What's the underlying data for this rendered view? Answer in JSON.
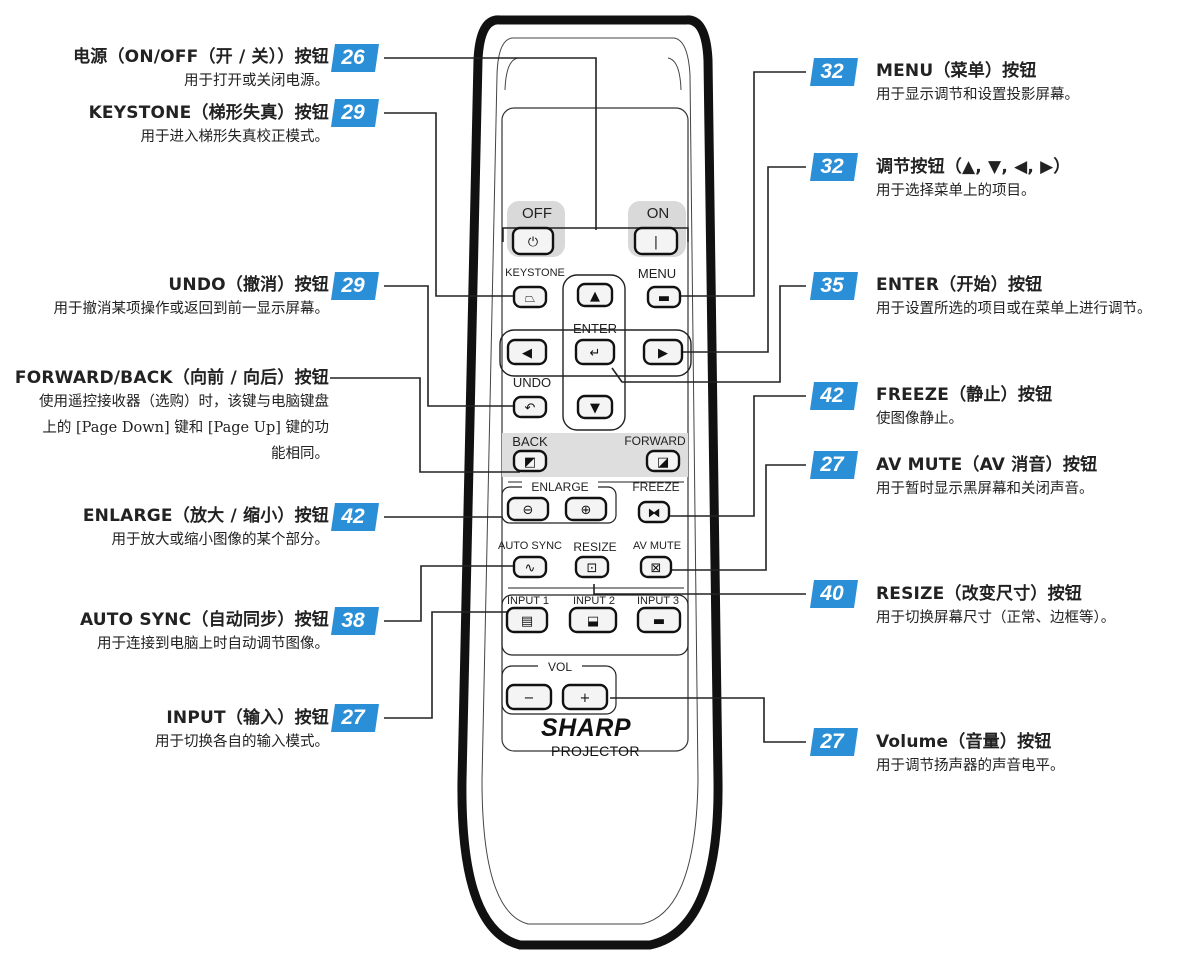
{
  "annotations": [
    {
      "key": "power",
      "page": "26",
      "title": "电源（ON/OFF（开 / 关））按钮",
      "desc": "用于打开或关闭电源。"
    },
    {
      "key": "keystone",
      "page": "29",
      "title": "KEYSTONE（梯形失真）按钮",
      "desc": "用于进入梯形失真校正模式。"
    },
    {
      "key": "undo",
      "page": "29",
      "title": "UNDO（撤消）按钮",
      "desc": "用于撤消某项操作或返回到前一显示屏幕。"
    },
    {
      "key": "fwdback",
      "page": "",
      "title": "FORWARD/BACK（向前 / 向后）按钮",
      "desc": "使用遥控接收器（选购）时，该键与电脑键盘上的 [Page Down] 键和 [Page Up] 键的功能相同。"
    },
    {
      "key": "enlarge",
      "page": "42",
      "title": "ENLARGE（放大 / 缩小）按钮",
      "desc": "用于放大或缩小图像的某个部分。"
    },
    {
      "key": "autosync",
      "page": "38",
      "title": "AUTO SYNC（自动同步）按钮",
      "desc": "用于连接到电脑上时自动调节图像。"
    },
    {
      "key": "input",
      "page": "27",
      "title": "INPUT（输入）按钮",
      "desc": "用于切换各自的输入模式。"
    },
    {
      "key": "menu",
      "page": "32",
      "title": "MENU（菜单）按钮",
      "desc": "用于显示调节和设置投影屏幕。"
    },
    {
      "key": "adjust",
      "page": "32",
      "title": "调节按钮（▲, ▼, ◀, ▶）",
      "desc": "用于选择菜单上的项目。"
    },
    {
      "key": "enter",
      "page": "35",
      "title": "ENTER（开始）按钮",
      "desc": "用于设置所选的项目或在菜单上进行调节。"
    },
    {
      "key": "freeze",
      "page": "42",
      "title": "FREEZE（静止）按钮",
      "desc": "使图像静止。"
    },
    {
      "key": "avmute",
      "page": "27",
      "title": "AV MUTE（AV 消音）按钮",
      "desc": "用于暂时显示黑屏幕和关闭声音。"
    },
    {
      "key": "resize",
      "page": "40",
      "title": "RESIZE（改变尺寸）按钮",
      "desc": "用于切换屏幕尺寸（正常、边框等）。"
    },
    {
      "key": "volume",
      "page": "27",
      "title": "Volume（音量）按钮",
      "desc": "用于调节扬声器的声音电平。"
    }
  ],
  "remote": {
    "off": "OFF",
    "on": "ON",
    "keystone": "KEYSTONE",
    "menu": "MENU",
    "enter": "ENTER",
    "undo": "UNDO",
    "back": "BACK",
    "forward": "FORWARD",
    "enlarge": "ENLARGE",
    "freeze": "FREEZE",
    "autosync": "AUTO SYNC",
    "resize": "RESIZE",
    "avmute": "AV MUTE",
    "input1": "INPUT 1",
    "input2": "INPUT 2",
    "input3": "INPUT 3",
    "vol": "VOL",
    "brand": "SHARP",
    "model": "PROJECTOR"
  },
  "colors": {
    "badge": "#2a8fd6",
    "panel": "#dcdcdc",
    "line": "#222222"
  }
}
